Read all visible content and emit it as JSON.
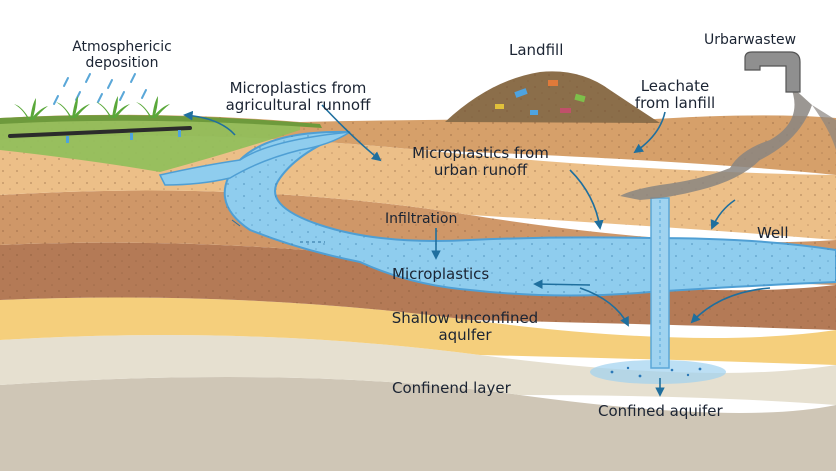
{
  "labels": {
    "atmospheric_line1": "Atmosphericic",
    "atmospheric_line2": "deposition",
    "agri_line1": "Microplastics from",
    "agri_line2": "agricultural runnoff",
    "landfill": "Landfill",
    "urban_wastewater": "Urbarwastew",
    "leachate_line1": "Leachate",
    "leachate_line2": "from lanfill",
    "urban_runoff_line1": "Microplastics from",
    "urban_runoff_line2": "urban runoff",
    "infiltration": "Infiltration",
    "well": "Well",
    "microplastics": "Microplastics",
    "shallow_line1": "Shallow unconfined",
    "shallow_line2": "aqulfer",
    "confining_layer": "Confinend layer",
    "confined_aquifer": "Confined aquifer"
  },
  "colors": {
    "water": "#8fcdee",
    "water_dark": "#4f9fd4",
    "topsoil": "#d6a06a",
    "grass": "#8fbf5a",
    "tan_layer": "#ecbf88",
    "mid_brown": "#cf9768",
    "deep_brown": "#b47a56",
    "sand_layer": "#f5cf7c",
    "clay_layer": "#e6e0d0",
    "bedrock": "#cfc6b6",
    "arrow": "#1f6f9e",
    "smoke": "#8a8580",
    "pipe": "#8f8f8f"
  }
}
